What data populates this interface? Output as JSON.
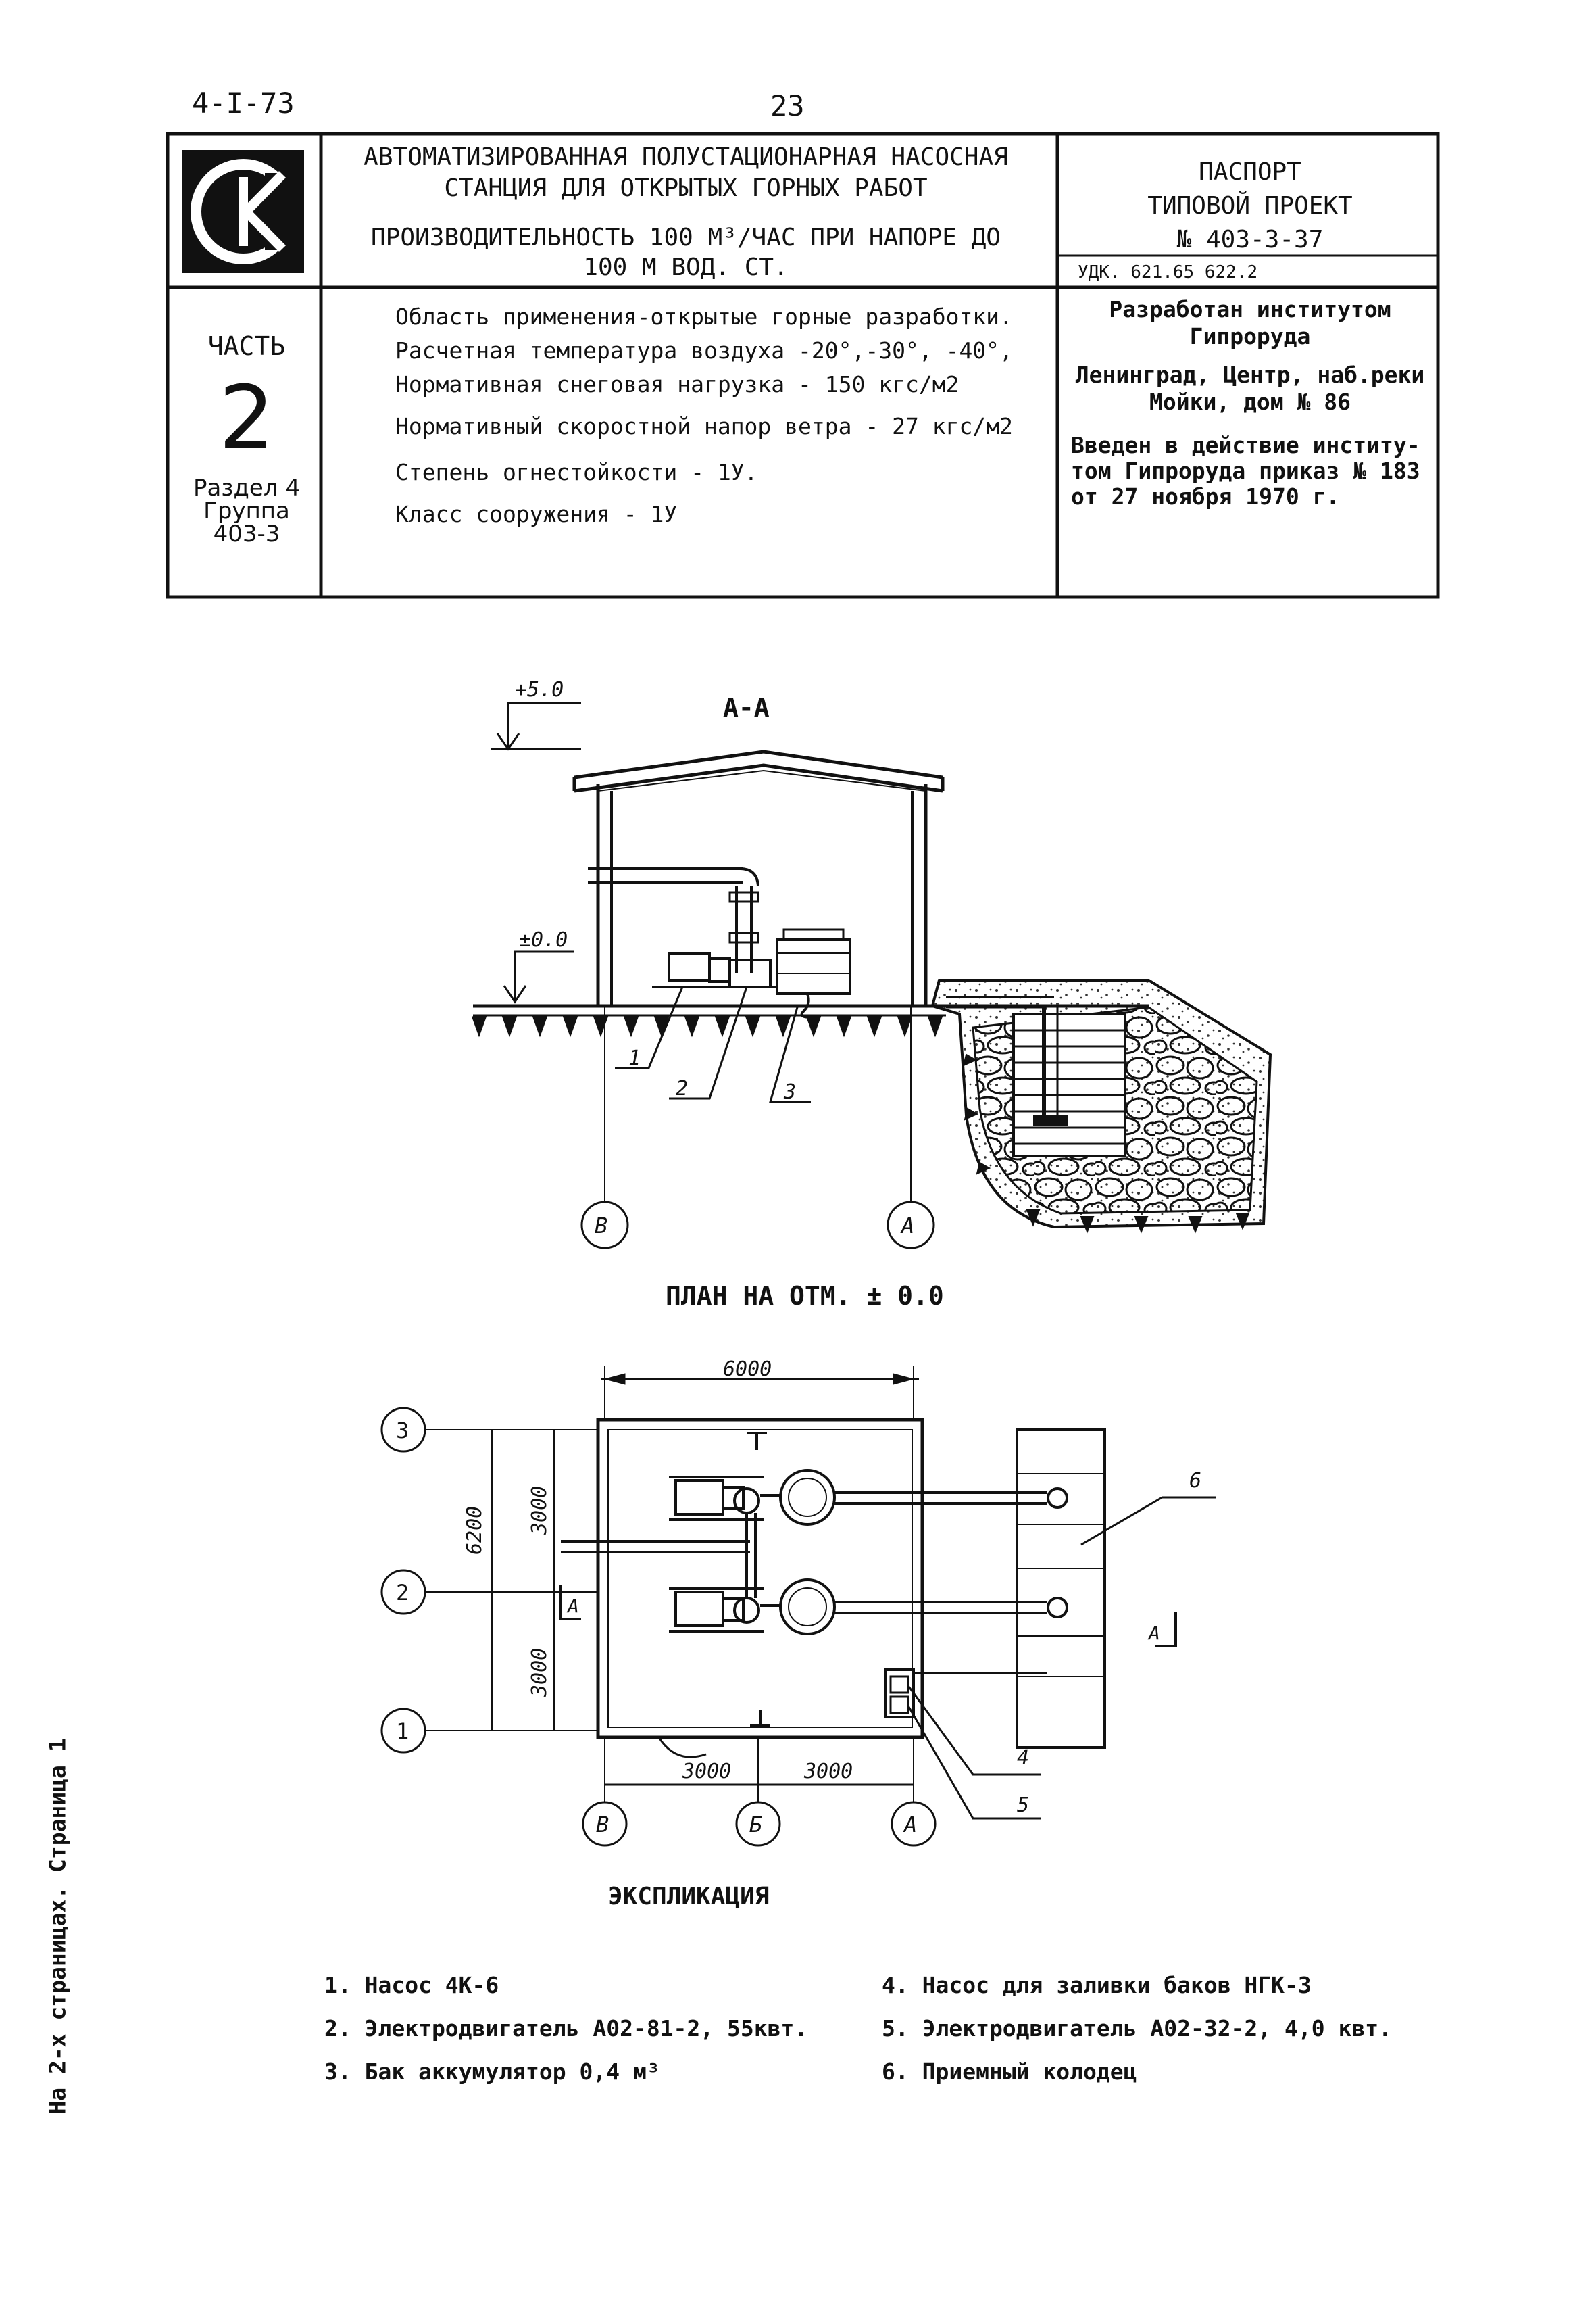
{
  "sheet": {
    "code": "4-I-73",
    "page": "23",
    "side_note": "На 2-х страницах. Страница 1"
  },
  "logo": {
    "letters": "СК"
  },
  "title_block": {
    "title_1": "АВТОМАТИЗИРОВАННАЯ ПОЛУСТАЦИОНАРНАЯ НАСОСНАЯ",
    "title_2": "СТАНЦИЯ ДЛЯ ОТКРЫТЫХ ГОРНЫХ РАБОТ",
    "subtitle_1": "ПРОИЗВОДИТЕЛЬНОСТЬ 100 М³/ЧАС ПРИ НАПОРЕ ДО",
    "subtitle_2": "100 М ВОД. СТ.",
    "passport_1": "ПАСПОРТ",
    "passport_2": "ТИПОВОЙ ПРОЕКТ",
    "passport_3": "№ 403-3-37",
    "udk": "УДК. 621.65 622.2",
    "part_label": "ЧАСТЬ",
    "part_number": "2",
    "section_1": "Раздел 4",
    "section_2": "Группа",
    "section_3": "403-3",
    "specs": [
      "Область применения-открытые горные разработки.",
      "Расчетная температура воздуха -20°,-30°, -40°,",
      "Нормативная снеговая нагрузка - 150 кгс/м2",
      "Нормативный  скоростной напор ветра - 27 кгс/м2",
      "Степень огнестойкости - 1У.",
      "Класс сооружения - 1У"
    ],
    "dev_1": "Разработан институтом",
    "dev_2": "Гипроруда",
    "addr_1": "Ленинград, Центр, наб.реки",
    "addr_2": "Мойки, дом № 86",
    "intro_1": "Введен в действие институ-",
    "intro_2": "том Гипроруда приказ № 183",
    "intro_3": "от 27 ноября 1970 г."
  },
  "section_view": {
    "title": "А-А",
    "elev_top": "+5.0",
    "elev_zero": "±0.0",
    "leaders": [
      "1",
      "2",
      "3"
    ],
    "axes": [
      "В",
      "А"
    ]
  },
  "plan_view": {
    "title": "ПЛАН НА ОТМ. ± 0.0",
    "dim_total": "6000",
    "dim_height": "6200",
    "dim_half_top": "3000",
    "dim_half_bottom": "3000",
    "dim_bottom_left": "3000",
    "dim_bottom_right": "3000",
    "row_axes": [
      "3",
      "2",
      "1"
    ],
    "col_axes": [
      "В",
      "Б",
      "А"
    ],
    "leaders": [
      "4",
      "5",
      "6"
    ],
    "section_mark": "А"
  },
  "legend": {
    "title": "ЭКСПЛИКАЦИЯ",
    "items_left": [
      "1. Насос  4К-6",
      "2. Электродвигатель А02-81-2, 55квт.",
      "3. Бак аккумулятор 0,4 м³"
    ],
    "items_right": [
      "4. Насос для заливки баков НГК-3",
      "5. Электродвигатель А02-32-2, 4,0 квт.",
      "6. Приемный колодец"
    ]
  }
}
